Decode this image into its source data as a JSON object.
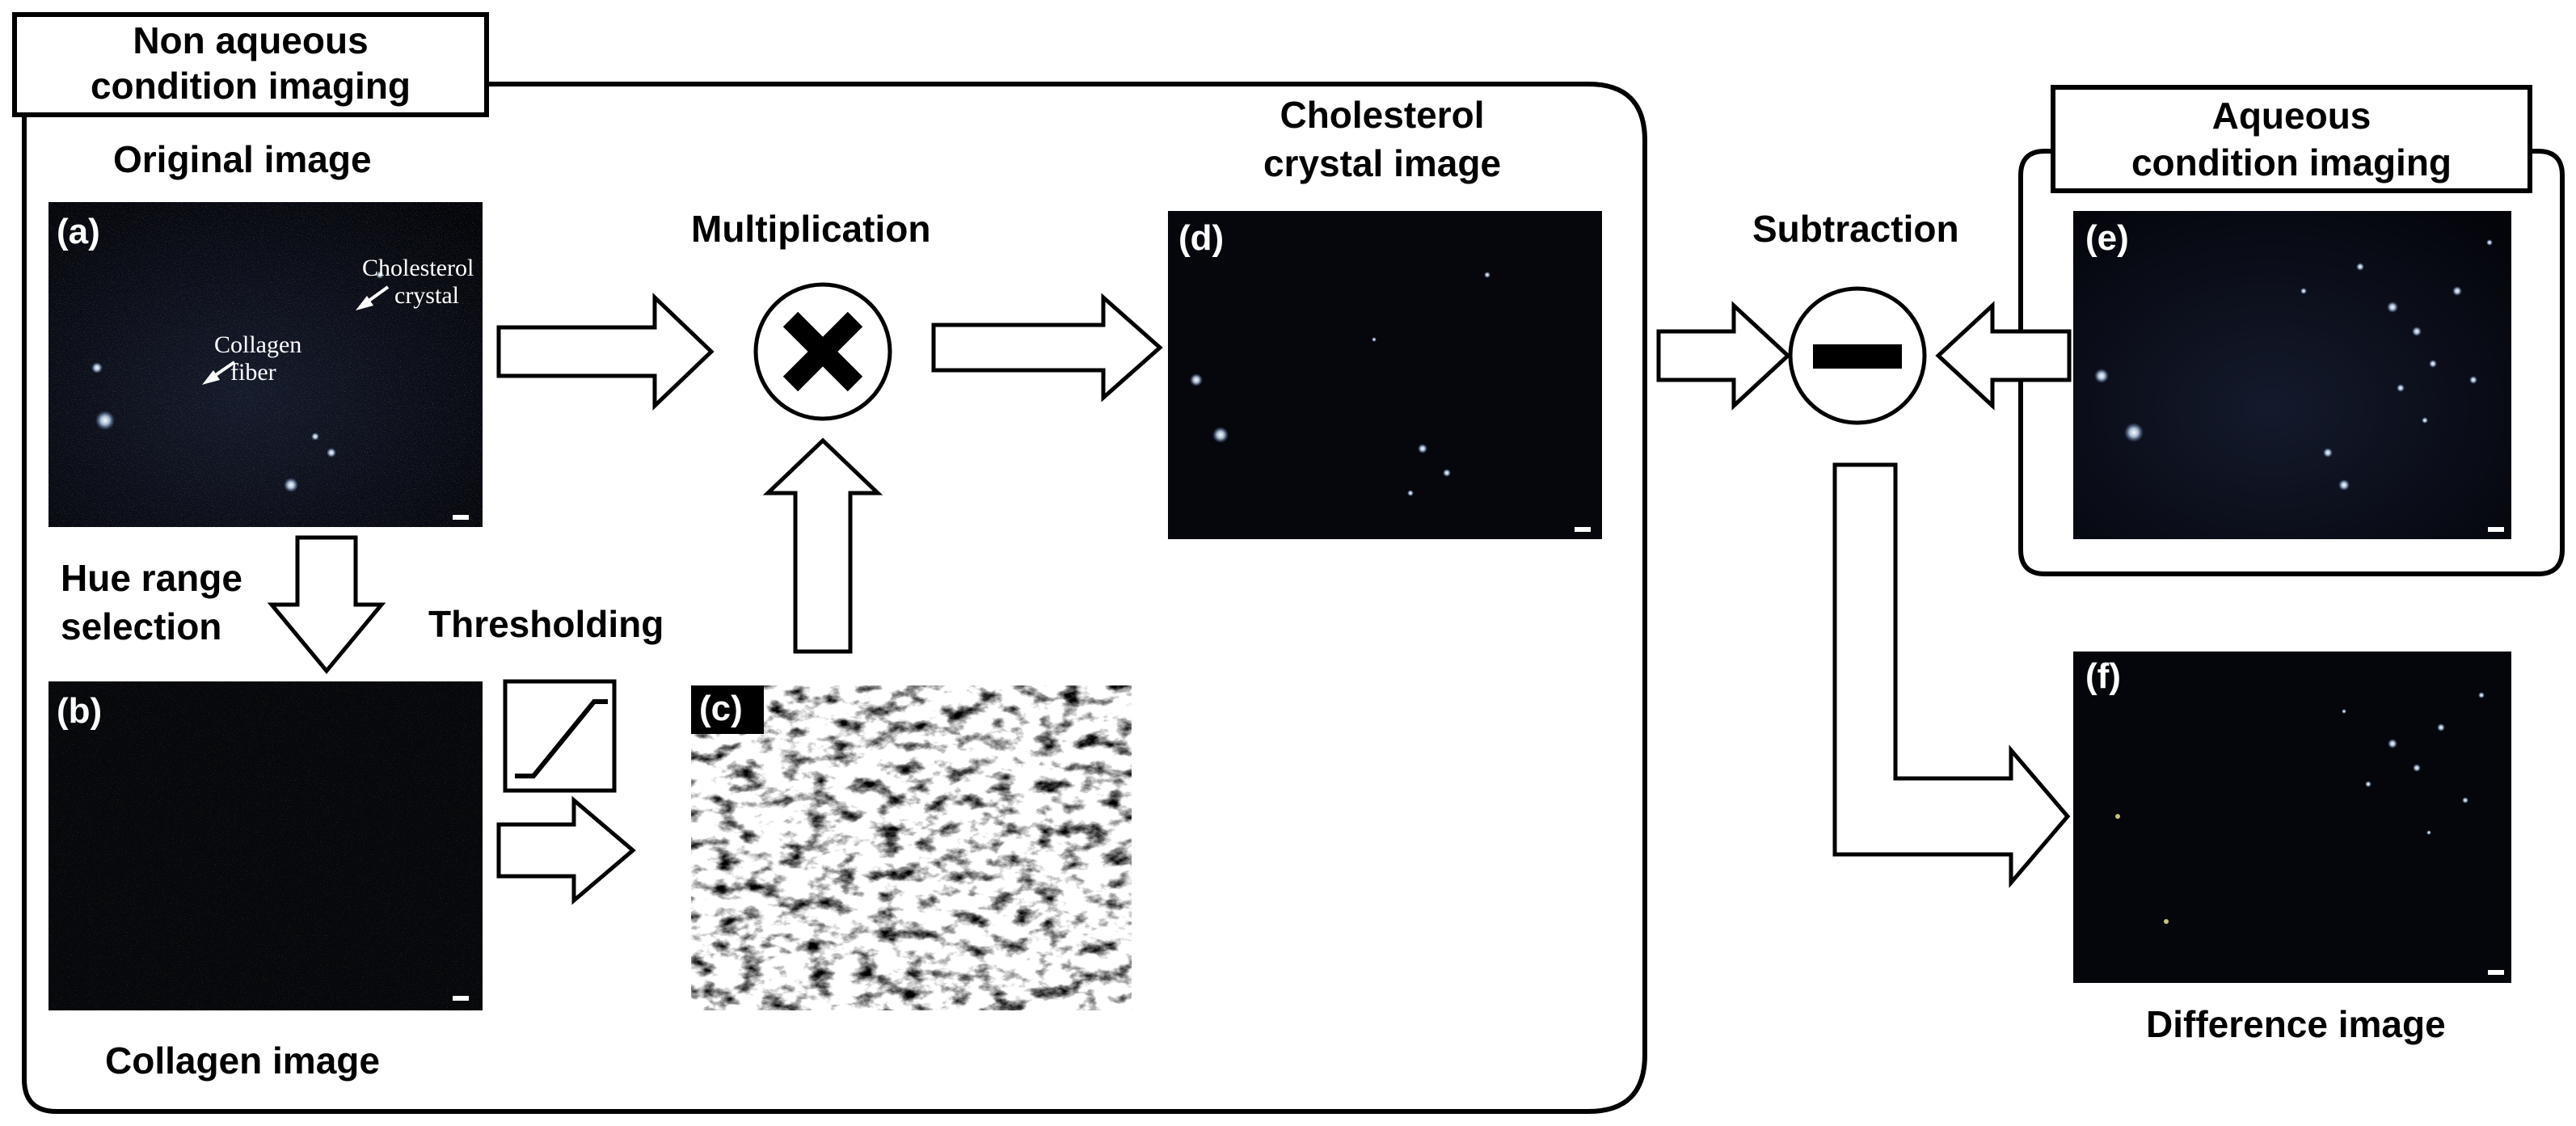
{
  "diagram": {
    "non_aqueous_box_title": [
      "Non aqueous",
      "condition imaging"
    ],
    "aqueous_box_title": [
      "Aqueous",
      "condition imaging"
    ],
    "step_labels": {
      "original_image": "Original image",
      "cholesterol_crystal_image": [
        "Cholesterol",
        "crystal image"
      ],
      "multiplication": "Multiplication",
      "subtraction": "Subtraction",
      "hue_range_selection": [
        "Hue range",
        "selection"
      ],
      "thresholding": "Thresholding",
      "collagen_image": "Collagen image",
      "difference_image": "Difference image"
    },
    "panels": {
      "a": "(a)",
      "b": "(b)",
      "c": "(c)",
      "d": "(d)",
      "e": "(e)",
      "f": "(f)"
    },
    "annotations": {
      "cholesterol_crystal": [
        "Cholesterol",
        "crystal"
      ],
      "collagen_fiber": [
        "Collagen",
        "fiber"
      ]
    },
    "colors": {
      "micrograph_dark": "#0b0e1a",
      "collagen_fiber": "#8a7a3a",
      "crystal_highlight": "#e8f4ff",
      "binary_black": "#000000",
      "binary_white": "#ffffff"
    }
  }
}
